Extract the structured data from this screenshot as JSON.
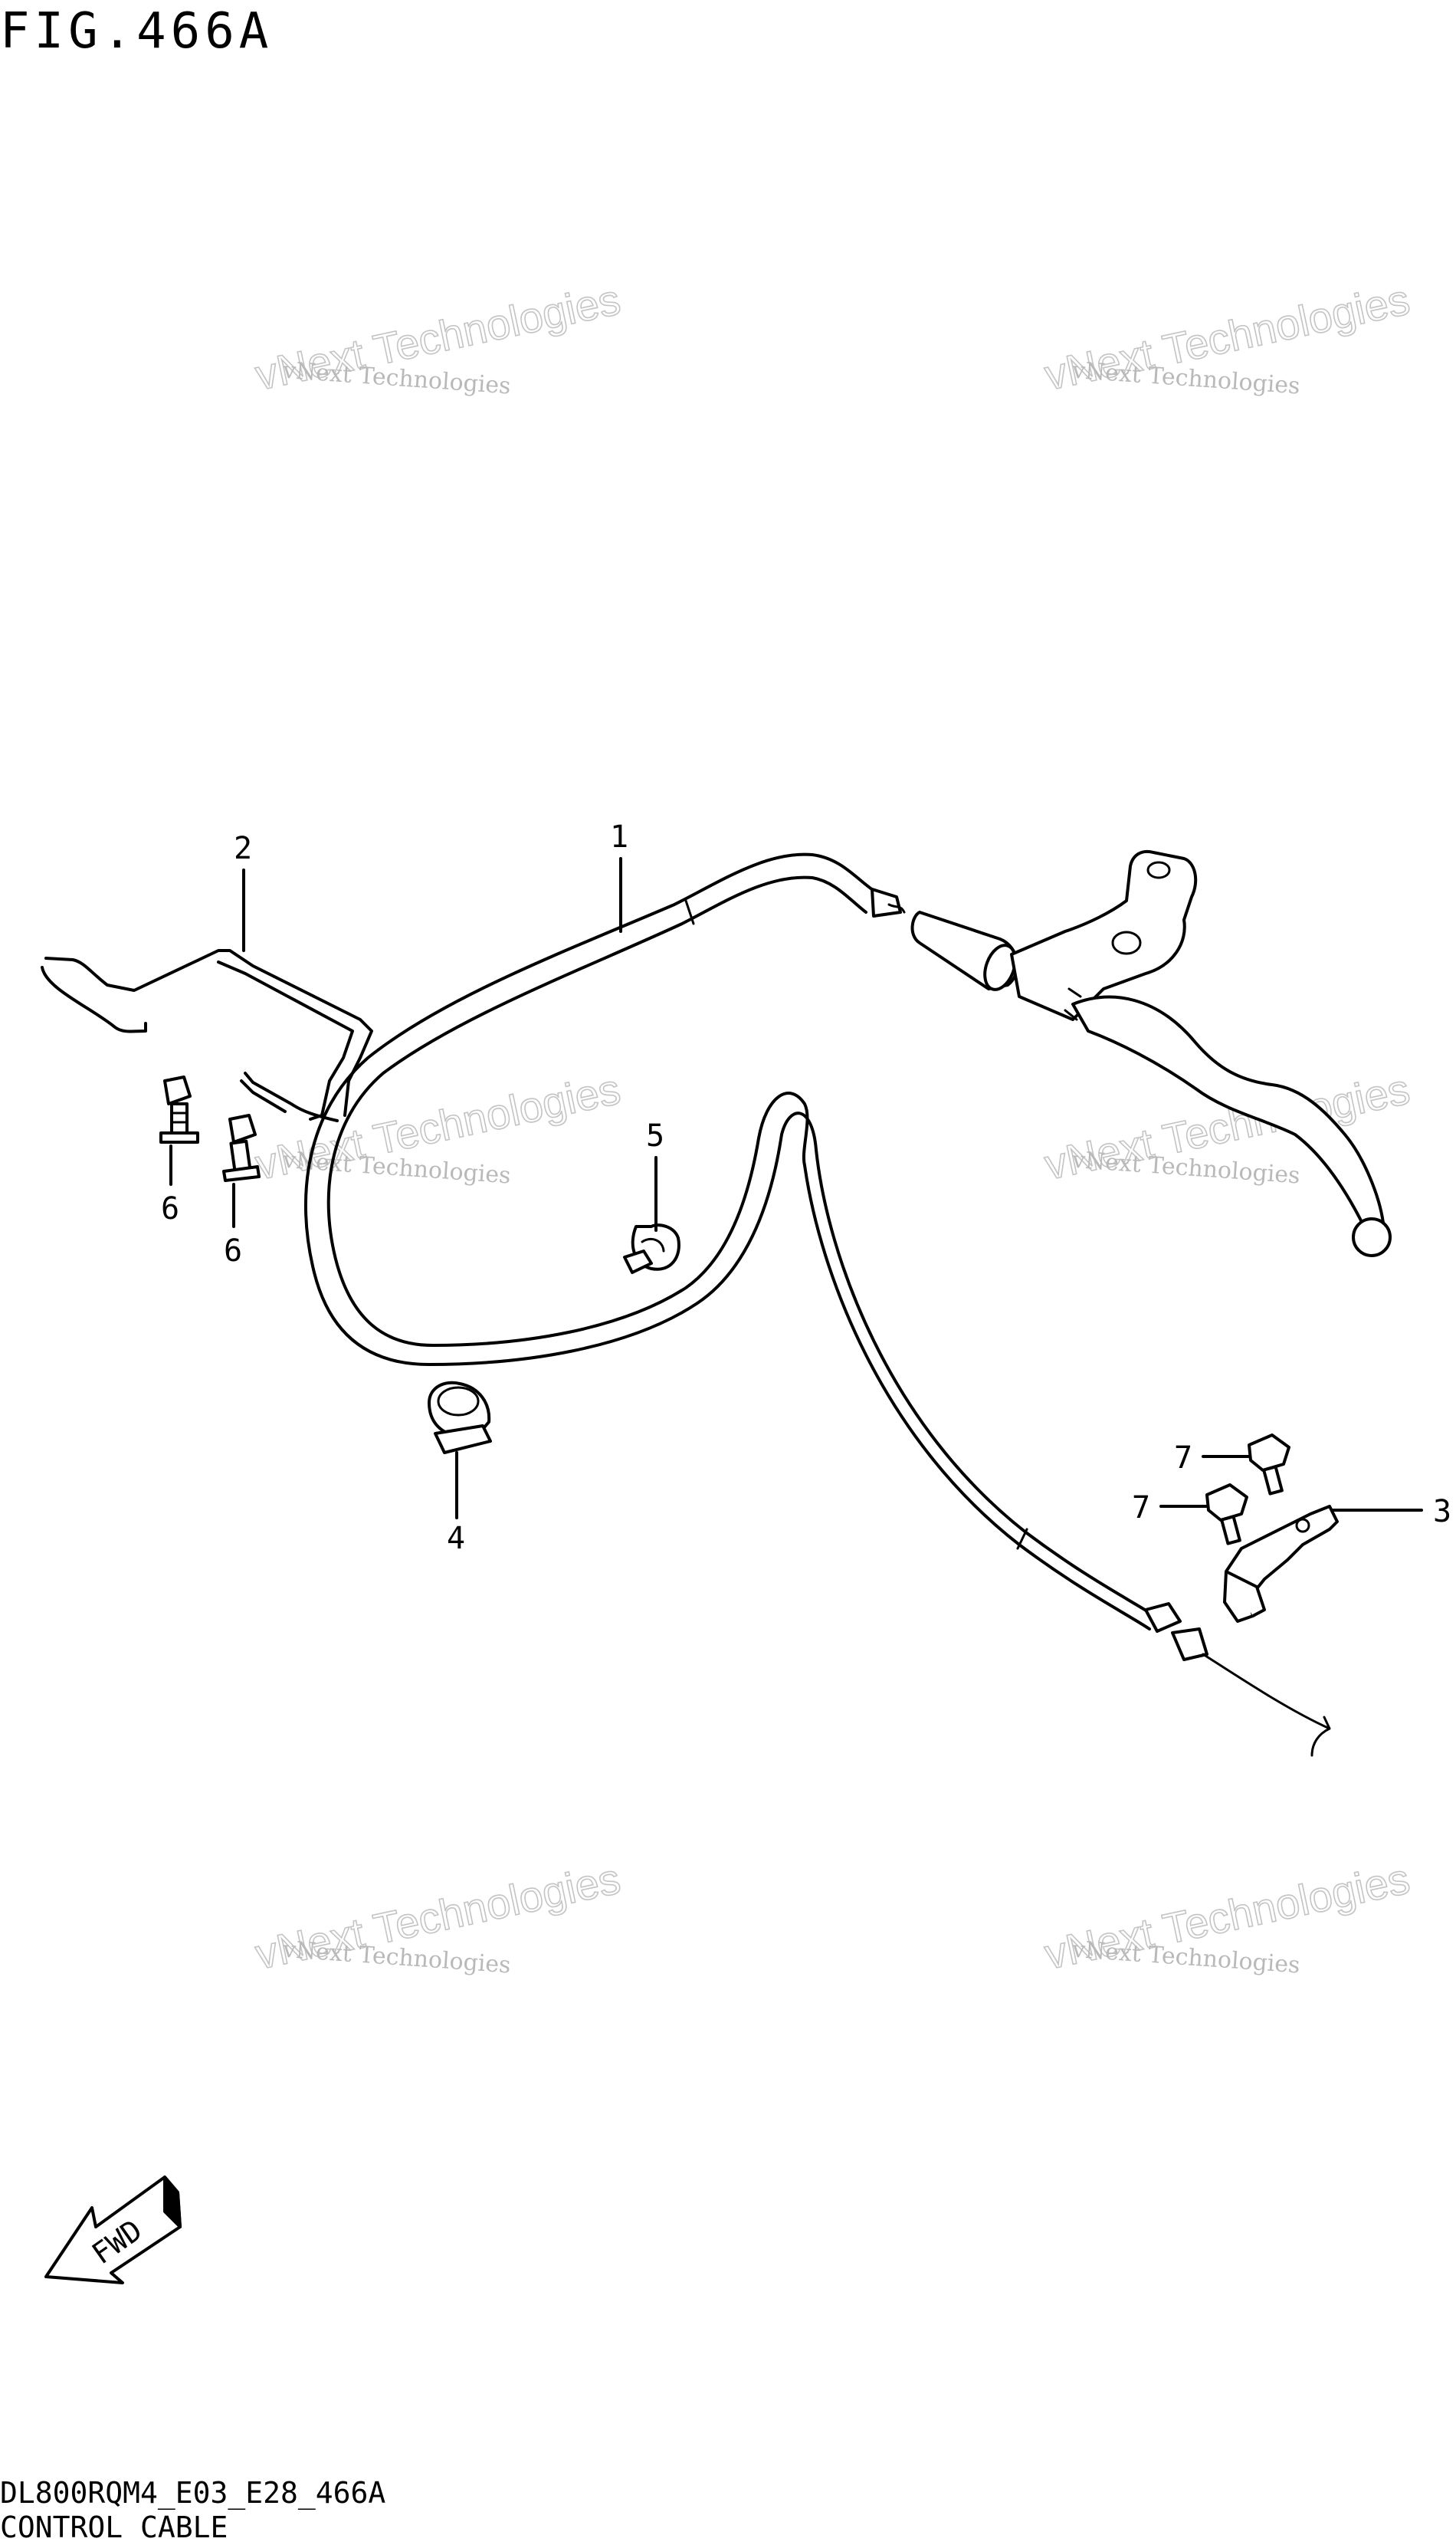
{
  "figure": {
    "title": "FIG.466A",
    "model_code": "DL800RQM4_E03_E28_466A",
    "part_group": "CONTROL CABLE"
  },
  "watermark": {
    "small_text": "vNext Technologies",
    "big_text": "vNext Technologies"
  },
  "callouts": [
    "1",
    "2",
    "3",
    "4",
    "5",
    "6",
    "6",
    "7",
    "7"
  ],
  "direction_arrow": {
    "label": "FWD"
  },
  "colors": {
    "line": "#000000",
    "background": "#ffffff",
    "watermark": "#c4c4c4"
  }
}
